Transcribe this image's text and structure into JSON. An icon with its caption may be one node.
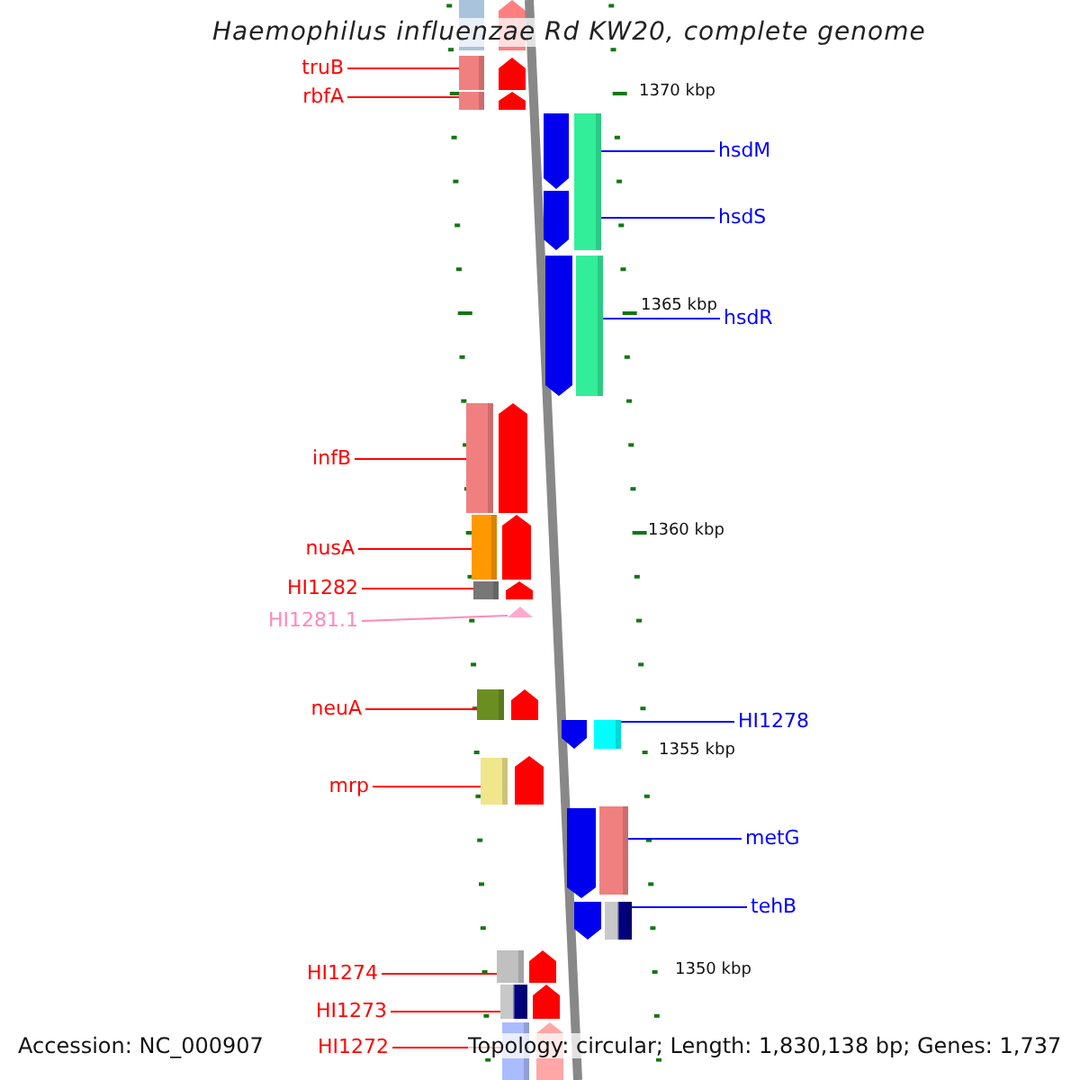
{
  "diagram": {
    "title": "Haemophilus influenzae Rd KW20, complete genome",
    "nodes": [
      {
        "text": [
          "truB"
        ]
      },
      {
        "text": [
          "rbfA"
        ]
      },
      {
        "text": [
          "hsdM"
        ]
      },
      {
        "text": [
          "hsdS"
        ]
      },
      {
        "text": [
          "hsdR"
        ]
      },
      {
        "text": [
          "infB"
        ]
      },
      {
        "text": [
          "nusA"
        ]
      },
      {
        "text": [
          "HI1282"
        ]
      },
      {
        "text": [
          "HI1281.1"
        ]
      },
      {
        "text": [
          "neuA"
        ]
      },
      {
        "text": [
          "HI1278"
        ]
      },
      {
        "text": [
          "mrp"
        ]
      },
      {
        "text": [
          "metG"
        ]
      },
      {
        "text": [
          "tehB"
        ]
      },
      {
        "text": [
          "HI1274"
        ]
      },
      {
        "text": [
          "HI1273"
        ]
      },
      {
        "text": [
          "HI1272"
        ]
      },
      {
        "text": [],
        "shape": "bar"
      },
      {
        "text": [],
        "shape": "bar"
      },
      {
        "text": [],
        "shape": "bar"
      },
      {
        "text": [],
        "shape": "bar"
      },
      {
        "text": [],
        "shape": "bar"
      },
      {
        "text": [],
        "shape": "bar"
      },
      {
        "text": [],
        "shape": "bar"
      },
      {
        "text": [],
        "shape": "bar"
      },
      {
        "text": [],
        "shape": "triangle"
      },
      {
        "text": [],
        "shape": "bar"
      },
      {
        "text": [],
        "shape": "bar"
      },
      {
        "text": [],
        "shape": "bar"
      },
      {
        "text": [],
        "shape": "bar"
      },
      {
        "text": [],
        "shape": "bar"
      },
      {
        "text": [],
        "shape": "bar"
      },
      {
        "text": [],
        "shape": "bar"
      },
      {
        "text": [],
        "shape": "bar"
      }
    ],
    "edges": [
      {
        "from": 0,
        "to": 17,
        "arrow": "none"
      },
      {
        "from": 1,
        "to": 18,
        "arrow": "none"
      },
      {
        "from": 2,
        "to": 19,
        "arrow": "none",
        "color": "#0000ff"
      },
      {
        "from": 3,
        "to": 20,
        "arrow": "none",
        "color": "#0000ff"
      },
      {
        "from": 4,
        "to": 21,
        "arrow": "none",
        "color": "#0000ff"
      },
      {
        "from": 5,
        "to": 22,
        "arrow": "none"
      },
      {
        "from": 6,
        "to": 23,
        "arrow": "none"
      },
      {
        "from": 7,
        "to": 24,
        "arrow": "none"
      },
      {
        "from": 8,
        "to": 25,
        "arrow": "none",
        "color": "#ff88bb"
      },
      {
        "from": 9,
        "to": 26,
        "arrow": "none"
      },
      {
        "from": 10,
        "to": 27,
        "arrow": "none",
        "color": "#0000ff"
      },
      {
        "from": 11,
        "to": 28,
        "arrow": "none"
      },
      {
        "from": 12,
        "to": 29,
        "arrow": "none",
        "color": "#0000ff"
      },
      {
        "from": 13,
        "to": 30,
        "arrow": "none",
        "color": "#0000ff"
      },
      {
        "from": 14,
        "to": 31,
        "arrow": "none"
      },
      {
        "from": 15,
        "to": 32,
        "arrow": "none"
      },
      {
        "from": 16,
        "to": 33,
        "arrow": "none"
      }
    ],
    "labels": [
      "1370 kbp",
      "1365 kbp",
      "1360 kbp",
      "1355 kbp",
      "1350 kbp",
      "Accession: NC_000907",
      "Topology: circular; Length: 1,830,138 bp; Genes: 1,737"
    ]
  }
}
